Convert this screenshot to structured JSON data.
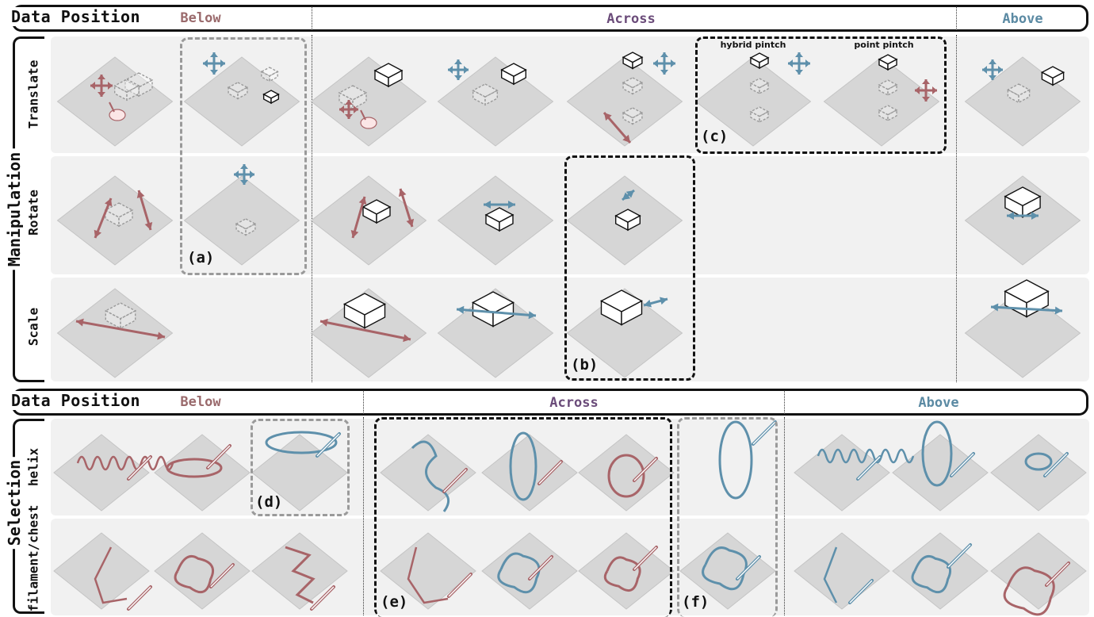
{
  "colors": {
    "below": "#9a6a6c",
    "across": "#6b4c7a",
    "above": "#5b8aa3",
    "hand_below": "#a86468",
    "hand_above": "#5e90ab"
  },
  "top": {
    "header_title": "Data Position",
    "pos_below": "Below",
    "pos_across": "Across",
    "pos_above": "Above",
    "group_label": "Manipulation",
    "rows": [
      "Translate",
      "Rotate",
      "Scale"
    ],
    "tag_a": "(a)",
    "tag_b": "(b)",
    "tag_c": "(c)",
    "caption_hybrid": "hybrid pintch",
    "caption_point": "point pintch"
  },
  "bottom": {
    "header_title": "Data Position",
    "pos_below": "Below",
    "pos_across": "Across",
    "pos_above": "Above",
    "group_label": "Selection",
    "rows": [
      "helix",
      "filament/chest"
    ],
    "tag_d": "(d)",
    "tag_e": "(e)",
    "tag_f": "(f)"
  }
}
